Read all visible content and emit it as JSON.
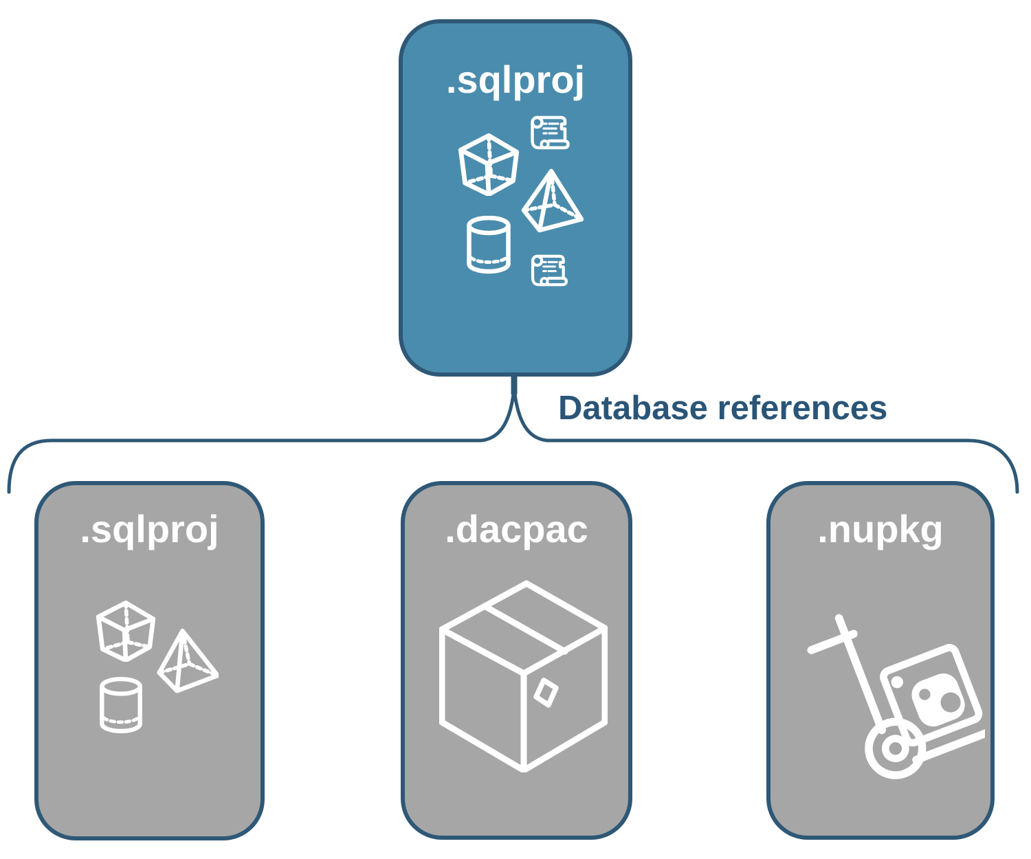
{
  "diagram": {
    "edge_label": "Database references",
    "root": {
      "label": ".sqlproj",
      "icons": [
        "cube-icon",
        "scroll-icon",
        "pyramid-icon",
        "cylinder-icon",
        "scroll-icon"
      ]
    },
    "children": [
      {
        "label": ".sqlproj",
        "icons": [
          "cube-icon",
          "pyramid-icon",
          "cylinder-icon"
        ]
      },
      {
        "label": ".dacpac",
        "icons": [
          "package-box-icon"
        ]
      },
      {
        "label": ".nupkg",
        "icons": [
          "hand-truck-nuget-icon"
        ]
      }
    ],
    "colors": {
      "root_fill": "#4a8cad",
      "child_fill": "#a6a6a6",
      "outline": "#2e5876",
      "edge_label_text": "#2a5577",
      "icon_color": "#ffffff",
      "label_text": "#ffffff"
    }
  }
}
